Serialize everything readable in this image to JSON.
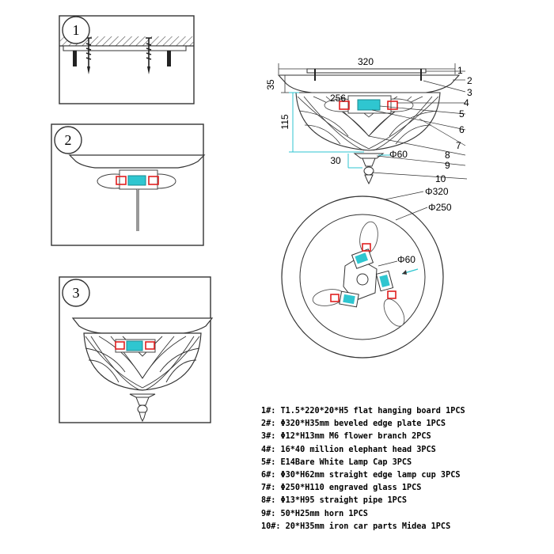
{
  "steps": [
    "1",
    "2",
    "3"
  ],
  "dimensions": {
    "width_top": "320",
    "plate_height": "35",
    "glass_height": "115",
    "cap_size": "256",
    "cup_dia": "Φ60",
    "horn_height": "30",
    "plan_outer": "Φ320",
    "plan_inner": "Φ250",
    "plan_cup": "Φ60"
  },
  "callouts": [
    "1",
    "2",
    "3",
    "4",
    "5",
    "6",
    "7",
    "8",
    "9",
    "10"
  ],
  "parts_list": [
    "1#: T1.5*220*20*H5 flat hanging board  1PCS",
    "2#: Φ320*H35mm beveled edge plate 1PCS",
    "3#: Φ12*H13mm M6 flower branch 2PCS",
    "4#: 16*40 million elephant head  3PCS",
    "5#: E14Bare White Lamp Cap 3PCS",
    "6#: Φ30*H62mm straight edge lamp cup 3PCS",
    "7#: Φ250*H110 engraved glass 1PCS",
    "8#: Φ13*H95 straight pipe 1PCS",
    "9#: 50*H25mm horn 1PCS",
    "10#: 20*H35mm iron car parts Midea 1PCS"
  ]
}
